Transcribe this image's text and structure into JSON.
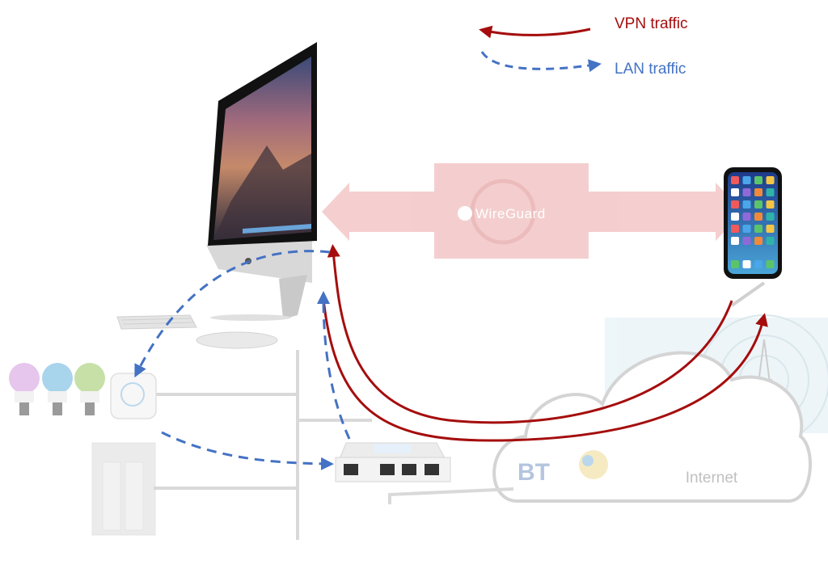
{
  "legend": {
    "vpn_label": "VPN traffic",
    "lan_label": "LAN traffic"
  },
  "wireguard": {
    "brand": "WireGuard"
  },
  "internet": {
    "label": "Internet"
  },
  "isp": {
    "logo_text": "BT"
  },
  "colors": {
    "vpn": "#a50d0d",
    "lan": "#4472c4",
    "wire": "#d9d9d9",
    "cloud": "#d4d4d4",
    "tunnel": "#f4cccc",
    "internet_text": "#c0c0c0",
    "cell_area": "#e6f2f6"
  }
}
